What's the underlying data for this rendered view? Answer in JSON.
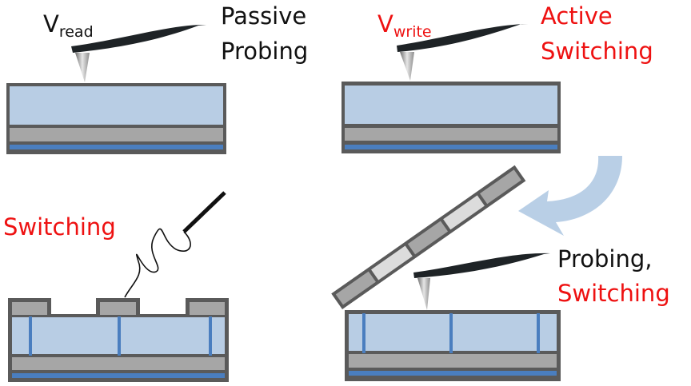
{
  "colors": {
    "frame": "#5a5a5a",
    "film": "#b8cde4",
    "substrate": "#a6a6a6",
    "electrode": "#4a7ebf",
    "arrow": "#b9cfe6",
    "cantilever": "#1e2326",
    "red_text": "#ee1111",
    "black_text": "#111111"
  },
  "panels": {
    "top_left": {
      "voltage_label_main": "V",
      "voltage_label_sub": "read",
      "mode_line1": "Passive",
      "mode_line2": "Probing"
    },
    "top_right": {
      "voltage_label_main": "V",
      "voltage_label_sub": "write",
      "mode_line1": "Active",
      "mode_line2": "Switching"
    },
    "bottom_left": {
      "mode_label": "Switching"
    },
    "bottom_right": {
      "mode_line1": "Probing,",
      "mode_line2": "Switching"
    }
  }
}
